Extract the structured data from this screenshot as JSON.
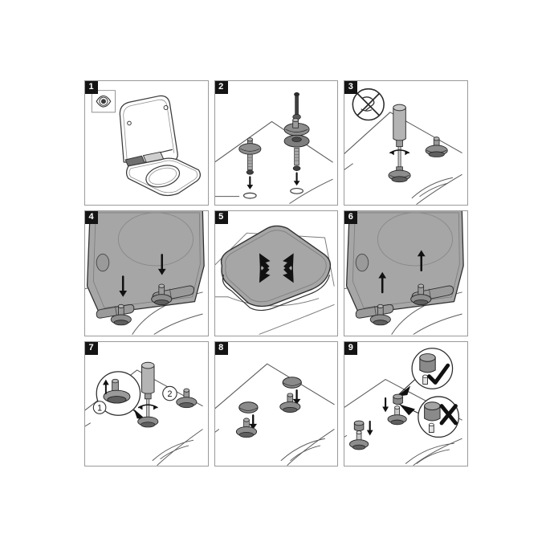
{
  "document": {
    "type": "installation-instruction-sheet",
    "subject": "toilet seat mounting instructions",
    "background_color": "#ffffff",
    "grid": {
      "columns": 3,
      "rows": 3,
      "panel_count": 9
    }
  },
  "colors": {
    "outline": "#3a3a3a",
    "panel_border": "#9a9a9a",
    "badge_background": "#141414",
    "badge_text": "#ffffff",
    "part_gray": "#a6a6a6",
    "part_dark": "#5e5e5e",
    "hardware_dark": "#4a4a4a",
    "symbol_black": "#111111",
    "ceramic_line": "#5a5a5a"
  },
  "panels": [
    {
      "number": "1",
      "name": "inspect-seat",
      "symbols": [
        "eye-icon"
      ],
      "objects": [
        "toilet-seat-open",
        "seat-lid",
        "seat-ring",
        "hinge"
      ],
      "arrows": []
    },
    {
      "number": "2",
      "name": "assemble-hardware",
      "symbols": [],
      "objects": [
        "ceramic-bowl-top",
        "bolt",
        "washer",
        "mounting-plate",
        "rubber-gasket",
        "o-ring"
      ],
      "arrows": [
        "down",
        "down"
      ]
    },
    {
      "number": "3",
      "name": "tighten-by-hand",
      "symbols": [
        "no-power-tool-icon",
        "rotate-icon"
      ],
      "objects": [
        "screwdriver",
        "bolt-assembly",
        "ceramic-bowl-top"
      ],
      "arrows": [
        "rotate"
      ]
    },
    {
      "number": "4",
      "name": "lower-seat-onto-bolts",
      "symbols": [],
      "objects": [
        "seat-underside",
        "hinge-bar",
        "bolt-assembly",
        "ceramic-bowl"
      ],
      "arrows": [
        "down",
        "down"
      ]
    },
    {
      "number": "5",
      "name": "align-seat",
      "symbols": [
        "four-way-align-icon"
      ],
      "objects": [
        "seat-closed",
        "ceramic-bowl"
      ],
      "arrows": [
        "four-way"
      ]
    },
    {
      "number": "6",
      "name": "lift-seat-off-bolts",
      "symbols": [],
      "objects": [
        "seat-underside",
        "hinge-bar",
        "bolt-assembly",
        "ceramic-bowl"
      ],
      "arrows": [
        "up",
        "up"
      ]
    },
    {
      "number": "7",
      "name": "secure-and-rotate",
      "symbols": [
        "detail-circle",
        "callout-1",
        "callout-2",
        "rotate-icon"
      ],
      "objects": [
        "screwdriver",
        "bolt-assembly",
        "ceramic-bowl-top"
      ],
      "arrows": [
        "up",
        "rotate"
      ],
      "callouts": [
        {
          "label": "1",
          "name": "detail-callout-one"
        },
        {
          "label": "2",
          "name": "detail-callout-two"
        }
      ]
    },
    {
      "number": "8",
      "name": "fit-cover-caps",
      "symbols": [],
      "objects": [
        "cover-cap",
        "cover-cap",
        "bolt-assembly",
        "bolt-assembly",
        "ceramic-bowl-top"
      ],
      "arrows": [
        "down",
        "down"
      ]
    },
    {
      "number": "9",
      "name": "check-cap-seating",
      "symbols": [
        "check-icon",
        "cross-icon",
        "detail-circle",
        "detail-circle"
      ],
      "objects": [
        "cover-cap",
        "bolt-pin",
        "ceramic-bowl-top"
      ],
      "arrows": [
        "down",
        "down"
      ],
      "callouts": [
        {
          "label": "correct",
          "name": "correct-seating-detail"
        },
        {
          "label": "incorrect",
          "name": "incorrect-seating-detail"
        }
      ]
    }
  ]
}
